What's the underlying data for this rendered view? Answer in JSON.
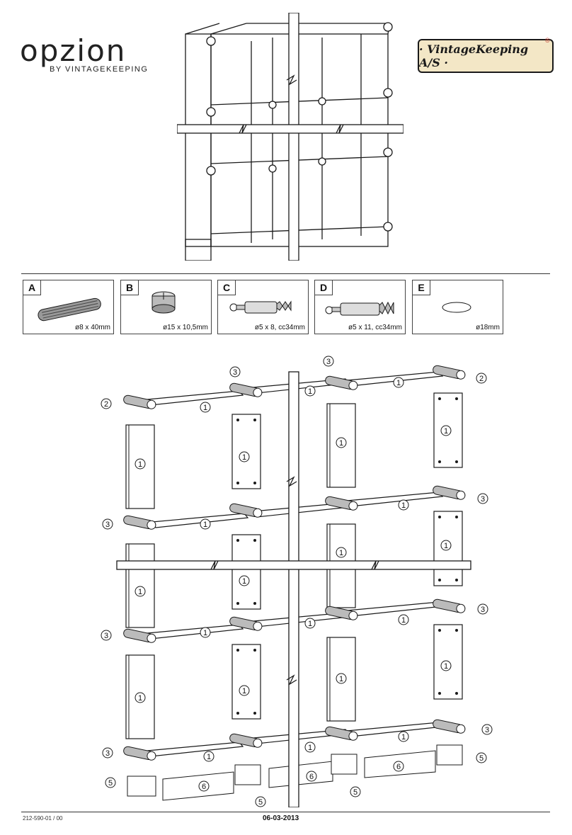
{
  "brand": {
    "name": "opzion",
    "sub": "BY VINTAGEKEEPING"
  },
  "vendor_logo": {
    "text": "· VintageKeeping A/S ·",
    "reg": "®"
  },
  "parts": [
    {
      "letter": "A",
      "spec": "ø8 x 40mm"
    },
    {
      "letter": "B",
      "spec": "ø15 x 10,5mm"
    },
    {
      "letter": "C",
      "spec": "ø5 x 8, cc34mm"
    },
    {
      "letter": "D",
      "spec": "ø5 x 11, cc34mm"
    },
    {
      "letter": "E",
      "spec": "ø18mm"
    }
  ],
  "callouts": {
    "n1": "1",
    "n2": "2",
    "n3": "3",
    "n5": "5",
    "n6": "6"
  },
  "footer": {
    "code": "212-590-01 / 00",
    "date": "06-03-2013"
  },
  "colors": {
    "line": "#1a1a1a",
    "logo_bg": "#f3e7c6",
    "accent": "#c59b3a"
  }
}
